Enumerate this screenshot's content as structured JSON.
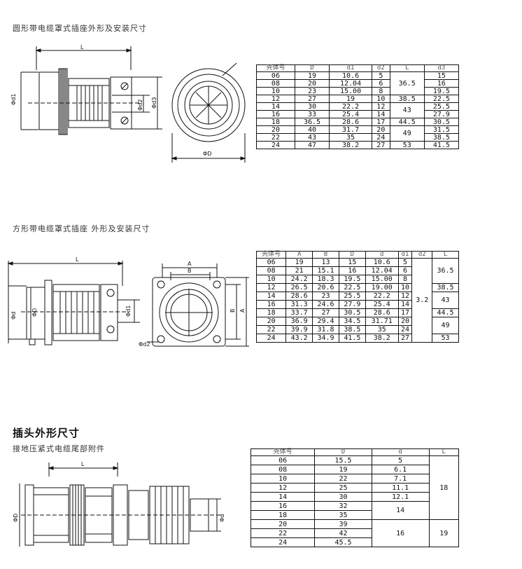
{
  "section1": {
    "caption": "圆形带电缆罩式插座外形及安装尺寸",
    "labels": {
      "L": "L",
      "d1": "Φd1",
      "d2": "Φd2",
      "d3": "Φd3",
      "D": "ΦD"
    },
    "headers": [
      "壳体号",
      "D",
      "d1",
      "d2",
      "L",
      "d3"
    ],
    "rows": [
      [
        "06",
        "19",
        "10.6",
        "5",
        "",
        "15"
      ],
      [
        "08",
        "20",
        "12.04",
        "6",
        "36.5",
        "16"
      ],
      [
        "10",
        "23",
        "15.00",
        "8",
        "",
        "19.5"
      ],
      [
        "12",
        "27",
        "19",
        "10",
        "38.5",
        "22.5"
      ],
      [
        "14",
        "30",
        "22.2",
        "12",
        "43",
        "25.5"
      ],
      [
        "16",
        "33",
        "25.4",
        "14",
        "",
        "27.9"
      ],
      [
        "18",
        "36.5",
        "28.6",
        "17",
        "44.5",
        "30.5"
      ],
      [
        "20",
        "40",
        "31.7",
        "20",
        "49",
        "31.5"
      ],
      [
        "22",
        "43",
        "35",
        "24",
        "",
        "38.5"
      ],
      [
        "24",
        "47",
        "38.2",
        "27",
        "53",
        "41.5"
      ]
    ]
  },
  "section2": {
    "caption": "方形带电缆罩式插座 外形及安装尺寸",
    "labels": {
      "L": "L",
      "d": "Φd",
      "D": "ΦD",
      "d1": "Φd1",
      "d2": "Φd2",
      "A": "A",
      "B": "B"
    },
    "headers": [
      "壳体号",
      "A",
      "B",
      "D",
      "d",
      "d1",
      "d2",
      "L"
    ],
    "d2_value": "3.2",
    "rows": [
      [
        "06",
        "19",
        "13",
        "15",
        "10.6",
        "5",
        "36.5"
      ],
      [
        "08",
        "21",
        "15.1",
        "16",
        "12.04",
        "6",
        ""
      ],
      [
        "10",
        "24.2",
        "18.3",
        "19.5",
        "15.00",
        "8",
        ""
      ],
      [
        "12",
        "26.5",
        "20.6",
        "22.5",
        "19.00",
        "10",
        "38.5"
      ],
      [
        "14",
        "28.6",
        "23",
        "25.5",
        "22.2",
        "12",
        "43"
      ],
      [
        "16",
        "31.3",
        "24.6",
        "27.9",
        "25.4",
        "14",
        ""
      ],
      [
        "18",
        "33.7",
        "27",
        "30.5",
        "28.6",
        "17",
        "44.5"
      ],
      [
        "20",
        "36.9",
        "29.4",
        "34.5",
        "31.71",
        "20",
        "49"
      ],
      [
        "22",
        "39.9",
        "31.8",
        "38.5",
        "35",
        "24",
        ""
      ],
      [
        "24",
        "43.2",
        "34.9",
        "41.5",
        "38.2",
        "27",
        "53"
      ]
    ]
  },
  "section3": {
    "title": "插头外形尺寸",
    "caption": "接地压紧式电缆尾部附件",
    "labels": {
      "L": "L",
      "D": "ΦD",
      "d": "Φd"
    },
    "headers": [
      "壳体号",
      "D",
      "d",
      "L"
    ],
    "rows": [
      [
        "06",
        "15.5",
        "5",
        "18"
      ],
      [
        "08",
        "19",
        "6.1",
        ""
      ],
      [
        "10",
        "22",
        "7.1",
        ""
      ],
      [
        "12",
        "25",
        "11.1",
        ""
      ],
      [
        "14",
        "30",
        "12.1",
        ""
      ],
      [
        "16",
        "32",
        "14",
        ""
      ],
      [
        "18",
        "35",
        "",
        ""
      ],
      [
        "20",
        "39",
        "16",
        "19"
      ],
      [
        "22",
        "42",
        "",
        ""
      ],
      [
        "24",
        "45.5",
        "",
        ""
      ]
    ]
  }
}
